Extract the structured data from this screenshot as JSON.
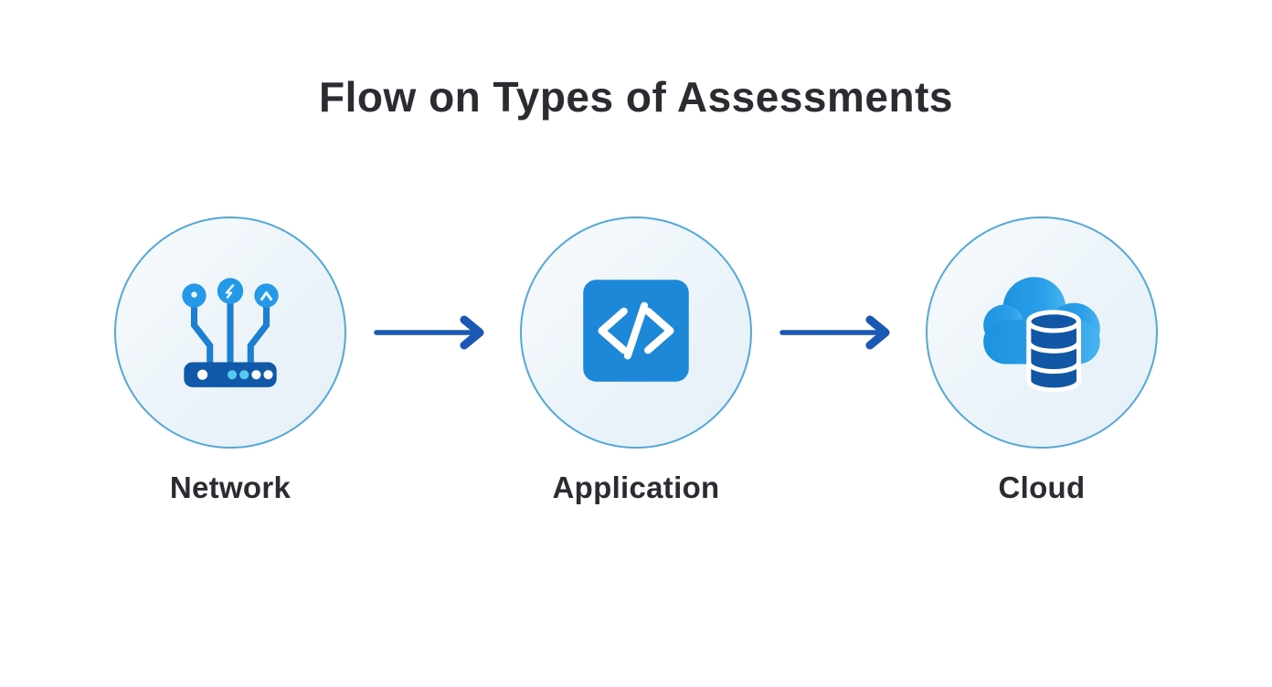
{
  "title": "Flow on Types of Assessments",
  "flow": {
    "nodes": [
      {
        "label": "Network",
        "icon": "network-router-icon"
      },
      {
        "label": "Application",
        "icon": "application-code-icon"
      },
      {
        "label": "Cloud",
        "icon": "cloud-database-icon"
      }
    ],
    "connector_icon": "right-arrow-icon",
    "connector_count": 2
  },
  "colors": {
    "background": "#ffffff",
    "text": "#2a2c31",
    "circle_border": "#53a8da",
    "circle_fill": "#ecf4fa",
    "arrow_blue": "#1a58b4",
    "icon_bright_blue": "#2499e8",
    "icon_medium_blue": "#1e88d8",
    "icon_dark_blue": "#1058a8",
    "cloud_blue": "#1d93e0",
    "database_navy": "#1256a6"
  }
}
